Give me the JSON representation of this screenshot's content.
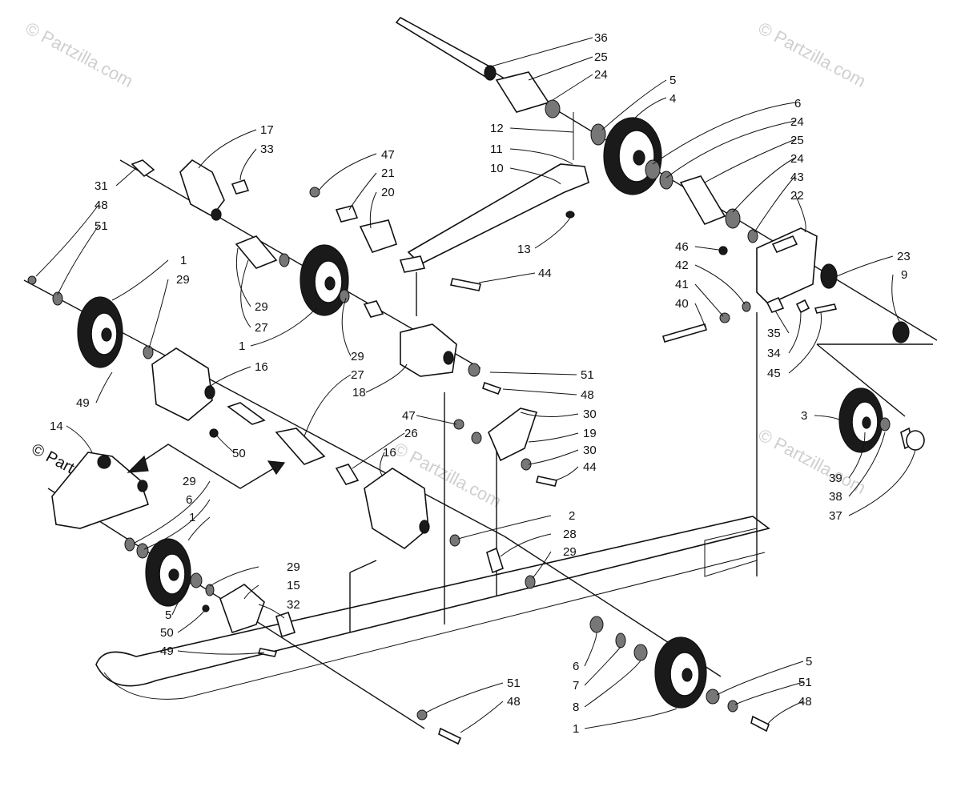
{
  "watermarks": [
    {
      "text": "© Partzilla.com"
    },
    {
      "text": "© Partzilla.com"
    },
    {
      "text": "© Partzilla.com"
    },
    {
      "text": "© Partzilla.com"
    },
    {
      "text": "© Partzilla.com"
    }
  ],
  "callouts": [
    "36",
    "25",
    "24",
    "5",
    "4",
    "6",
    "24",
    "25",
    "24",
    "43",
    "22",
    "12",
    "11",
    "10",
    "13",
    "44",
    "17",
    "33",
    "47",
    "21",
    "20",
    "31",
    "48",
    "51",
    "1",
    "29",
    "29",
    "27",
    "1",
    "29",
    "27",
    "16",
    "18",
    "51",
    "48",
    "49",
    "50",
    "14",
    "29",
    "6",
    "1",
    "46",
    "42",
    "41",
    "40",
    "23",
    "9",
    "35",
    "34",
    "45",
    "3",
    "39",
    "38",
    "37",
    "47",
    "30",
    "19",
    "30",
    "44",
    "26",
    "16",
    "2",
    "28",
    "29",
    "29",
    "15",
    "32",
    "5",
    "50",
    "49",
    "6",
    "7",
    "8",
    "1",
    "5",
    "51",
    "48",
    "51",
    "48"
  ]
}
